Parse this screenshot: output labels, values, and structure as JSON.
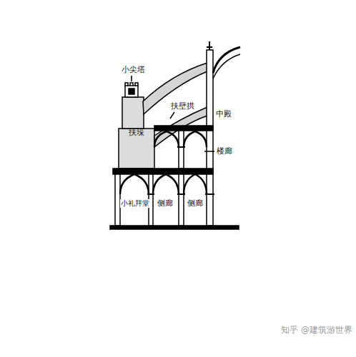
{
  "diagram": {
    "labels": [
      "小尖塔",
      "扶壁拱",
      "扶垛",
      "中殿",
      "楼廊",
      "小礼拜堂",
      "侧廊",
      "侧廊",
      "知乎 @建筑游世界"
    ]
  }
}
